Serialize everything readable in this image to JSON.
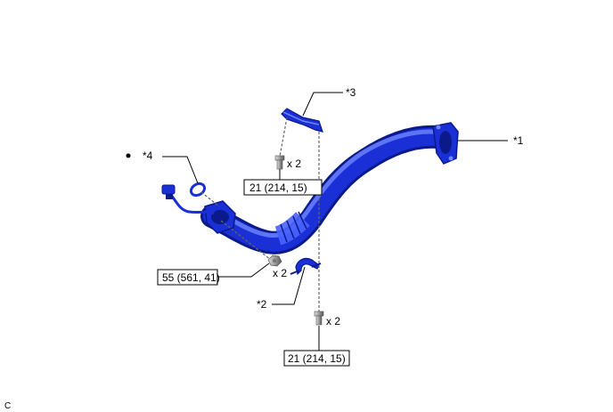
{
  "callouts": {
    "c1": "*1",
    "c2": "*2",
    "c3": "*3",
    "c4": "*4"
  },
  "quantities": {
    "q_upper_bolt": "x 2",
    "q_nut": "x 2",
    "q_lower_bolt": "x 2"
  },
  "torques": {
    "upper_bolt": "21 (214, 15)",
    "nut": "55 (561, 41)",
    "lower_bolt": "21 (214, 15)"
  },
  "figure_code": "C",
  "colors": {
    "pipe_blue": "#1a2fd6",
    "pipe_dark": "#0a1a8a",
    "pipe_light": "#6f86ff",
    "bolt_gray": "#9a9a9a"
  }
}
